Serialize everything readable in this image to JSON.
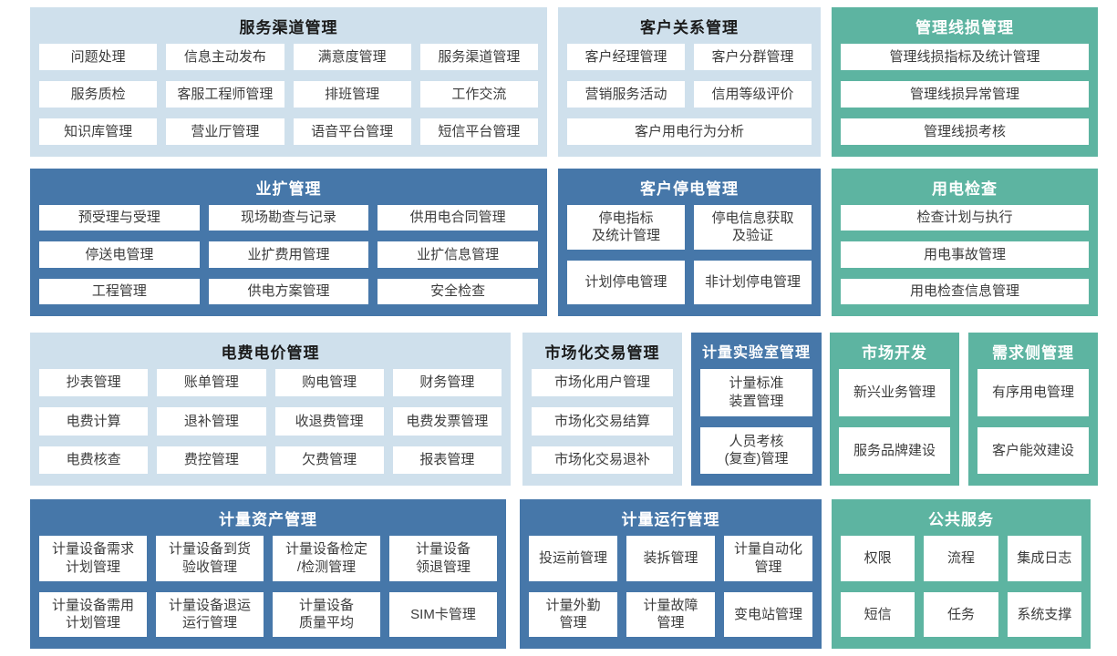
{
  "colors": {
    "light_blue": "#cfe0ec",
    "dark_blue": "#4677a9",
    "green": "#5db4a1",
    "item_bg": "#ffffff",
    "item_text": "#3c3c3c",
    "title_dark": "#1b1b1b",
    "title_light": "#ffffff"
  },
  "panels": {
    "service_channel": {
      "title": "服务渠道管理",
      "items": [
        "问题处理",
        "信息主动发布",
        "满意度管理",
        "服务渠道管理",
        "服务质检",
        "客服工程师管理",
        "排班管理",
        "工作交流",
        "知识库管理",
        "营业厅管理",
        "语音平台管理",
        "短信平台管理"
      ]
    },
    "customer_relation": {
      "title": "客户关系管理",
      "items": [
        "客户经理管理",
        "客户分群管理",
        "营销服务活动",
        "信用等级评价",
        "客户用电行为分析"
      ]
    },
    "line_loss": {
      "title": "管理线损管理",
      "items": [
        "管理线损指标及统计管理",
        "管理线损异常管理",
        "管理线损考核"
      ]
    },
    "business_expansion": {
      "title": "业扩管理",
      "items": [
        "预受理与受理",
        "现场勘查与记录",
        "供用电合同管理",
        "停送电管理",
        "业扩费用管理",
        "业扩信息管理",
        "工程管理",
        "供电方案管理",
        "安全检查"
      ]
    },
    "customer_outage": {
      "title": "客户停电管理",
      "items": [
        "停电指标\n及统计管理",
        "停电信息获取\n及验证",
        "计划停电管理",
        "非计划停电管理"
      ]
    },
    "power_inspection": {
      "title": "用电检查",
      "items": [
        "检查计划与执行",
        "用电事故管理",
        "用电检查信息管理"
      ]
    },
    "billing": {
      "title": "电费电价管理",
      "items": [
        "抄表管理",
        "账单管理",
        "购电管理",
        "财务管理",
        "电费计算",
        "退补管理",
        "收退费管理",
        "电费发票管理",
        "电费核查",
        "费控管理",
        "欠费管理",
        "报表管理"
      ]
    },
    "market_trade": {
      "title": "市场化交易管理",
      "items": [
        "市场化用户管理",
        "市场化交易结算",
        "市场化交易退补"
      ]
    },
    "metering_lab": {
      "title": "计量实验室管理",
      "items": [
        "计量标准\n装置管理",
        "人员考核\n(复查)管理"
      ]
    },
    "market_dev": {
      "title": "市场开发",
      "items": [
        "新兴业务管理",
        "服务品牌建设"
      ]
    },
    "demand_side": {
      "title": "需求侧管理",
      "items": [
        "有序用电管理",
        "客户能效建设"
      ]
    },
    "metering_asset": {
      "title": "计量资产管理",
      "items": [
        "计量设备需求\n计划管理",
        "计量设备到货\n验收管理",
        "计量设备检定\n/检测管理",
        "计量设备\n领退管理",
        "计量设备需用\n计划管理",
        "计量设备退运\n运行管理",
        "计量设备\n质量平均",
        "SIM卡管理"
      ]
    },
    "metering_operation": {
      "title": "计量运行管理",
      "items": [
        "投运前管理",
        "装拆管理",
        "计量自动化\n管理",
        "计量外勤\n管理",
        "计量故障\n管理",
        "变电站管理"
      ]
    },
    "public_service": {
      "title": "公共服务",
      "items": [
        "权限",
        "流程",
        "集成日志",
        "短信",
        "任务",
        "系统支撑"
      ]
    }
  }
}
